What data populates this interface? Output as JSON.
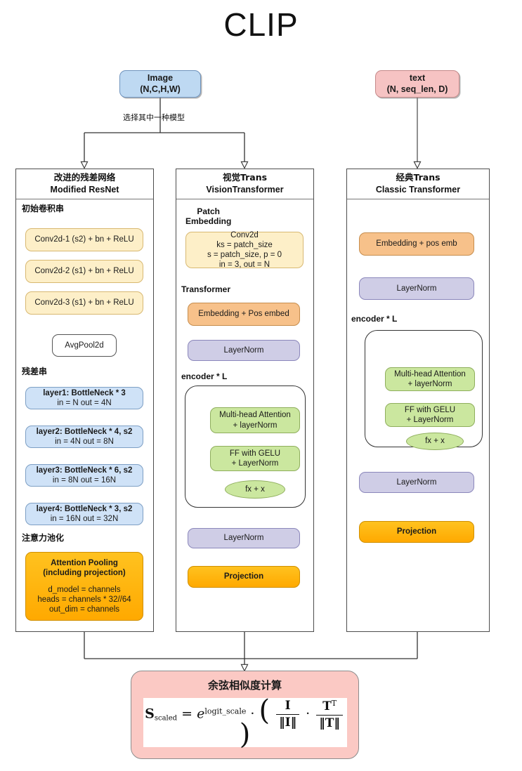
{
  "title": "CLIP",
  "inputs": {
    "image": {
      "line1": "Image",
      "line2": "(N,C,H,W)"
    },
    "text": {
      "line1": "text",
      "line2": "(N, seq_len, D)"
    },
    "branch_label": "选择其中一种模型"
  },
  "columns": {
    "resnet": {
      "head_cn": "改进的残差网络",
      "head_en": "Modified ResNet",
      "group1_label": "初始卷积串",
      "group2_label": "残差串",
      "group3_label": "注意力池化",
      "conv1": "Conv2d-1 (s2) + bn + ReLU",
      "conv2": "Conv2d-2 (s1) + bn + ReLU",
      "conv3": "Conv2d-3 (s1) + bn + ReLU",
      "avgpool": "AvgPool2d",
      "layer1_a": "layer1: BottleNeck * 3",
      "layer1_b": "in = N out = 4N",
      "layer2_a": "layer2: BottleNeck * 4, s2",
      "layer2_b": "in = 4N out = 8N",
      "layer3_a": "layer3: BottleNeck * 6, s2",
      "layer3_b": "in = 8N out = 16N",
      "layer4_a": "layer4: BottleNeck * 3, s2",
      "layer4_b": "in = 16N out = 32N",
      "attnpool_a": "Attention Pooling",
      "attnpool_b": "(including projection)",
      "attnpool_c": "d_model = channels",
      "attnpool_d": "heads = channels * 32//64",
      "attnpool_e": "out_dim = channels"
    },
    "vit": {
      "head_cn": "视觉Trans",
      "head_en": "VisionTransformer",
      "group1_label": "Patch\nEmbedding",
      "group2_label": "Transformer",
      "group3_label": "encoder * L",
      "conv_a": "Conv2d",
      "conv_b": "ks = patch_size",
      "conv_c": "s = patch_size, p = 0",
      "conv_d": "in = 3, out = N",
      "embedding": "Embedding + Pos embed",
      "layernorm1": "LayerNorm",
      "mha_a": "Multi-head Attention",
      "mha_b": "+ layerNorm",
      "ff_a": "FF with GELU",
      "ff_b": "+ LayerNorm",
      "residual": "fx + x",
      "layernorm2": "LayerNorm",
      "projection": "Projection"
    },
    "classic": {
      "head_cn": "经典Trans",
      "head_en": "Classic Transformer",
      "group_label": "encoder * L",
      "embedding": "Embedding + pos emb",
      "layernorm1": "LayerNorm",
      "mha_a": "Multi-head Attention",
      "mha_b": "+ layerNorm",
      "ff_a": "FF with GELU",
      "ff_b": "+ LayerNorm",
      "residual": "fx + x",
      "layernorm2": "LayerNorm",
      "projection": "Projection"
    }
  },
  "output": {
    "heading": "余弦相似度计算",
    "formula_text": "S_scaled = e^{logit_scale} · ( I/||I|| · T^T/||T|| )",
    "formula_parts": {
      "lhs": "S",
      "lhs_sub": "scaled",
      "eq": "=",
      "e": "e",
      "exp": "logit_scale",
      "dot": "·",
      "num1": "I",
      "den1": "‖I‖",
      "mid_dot": "·",
      "num2": "T",
      "num2_sup": "T",
      "den2": "‖T‖"
    }
  },
  "colors": {
    "image_box": "#bed9f2",
    "text_box": "#f6c3c3",
    "conv_box": "#fdefc8",
    "layer_box": "#cfe2f7",
    "attn_pool": "#ffb300",
    "embedding": "#f7c18a",
    "layernorm": "#cfcde6",
    "encoder_block": "#cbe79f",
    "projection": "#ffb300",
    "similarity": "#fbc9c4"
  }
}
